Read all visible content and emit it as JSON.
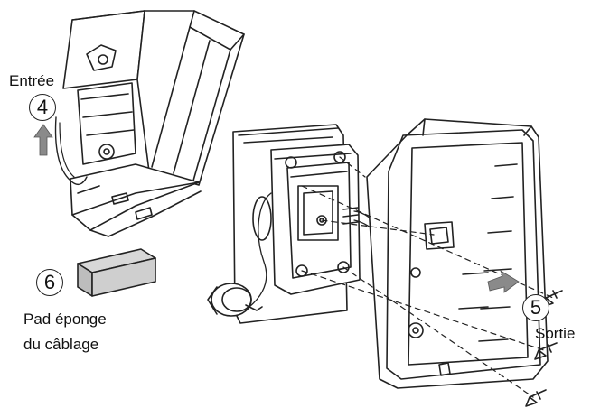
{
  "labels": {
    "input": "Entrée",
    "output": "Sortie",
    "pad_line1": "Pad éponge",
    "pad_line2": "du câblage"
  },
  "callouts": {
    "step4": "4",
    "step5": "5",
    "step6": "6"
  },
  "colors": {
    "line": "#222222",
    "arrow": "#8a8a8a",
    "pad": "#cfcfcf",
    "background": "#ffffff"
  },
  "icons": {
    "input_arrow": "arrow-up-icon",
    "output_arrow": "arrow-right-icon"
  }
}
